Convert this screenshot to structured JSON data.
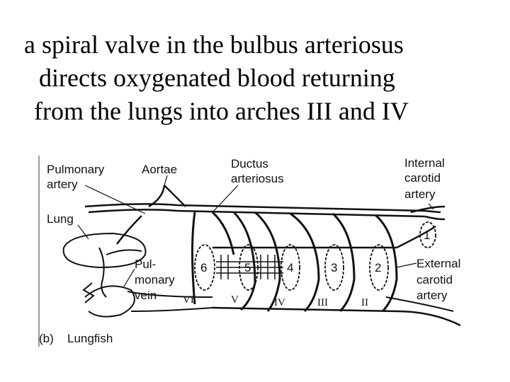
{
  "caption": {
    "line1": "a spiral valve in the bulbus arteriosus",
    "line2": "directs oxygenated blood returning",
    "line3": "from the lungs into arches III and IV"
  },
  "figure": {
    "labels": {
      "pulmonary_artery_1": "Pulmonary",
      "pulmonary_artery_2": "artery",
      "aortae": "Aortae",
      "ductus_1": "Ductus",
      "ductus_2": "arteriosus",
      "internal_1": "Internal",
      "internal_2": "carotid",
      "internal_3": "artery",
      "lung": "Lung",
      "pulvein_1": "Pul-",
      "pulvein_2": "monary",
      "pulvein_3": "vein",
      "external_1": "External",
      "external_2": "carotid",
      "external_3": "artery",
      "panel": "(b)",
      "species": "Lungfish"
    },
    "arch_numbers": [
      "6",
      "5",
      "4",
      "3",
      "2",
      "1"
    ],
    "roman_numerals": [
      "VI",
      "V",
      "IV",
      "III",
      "II"
    ]
  }
}
